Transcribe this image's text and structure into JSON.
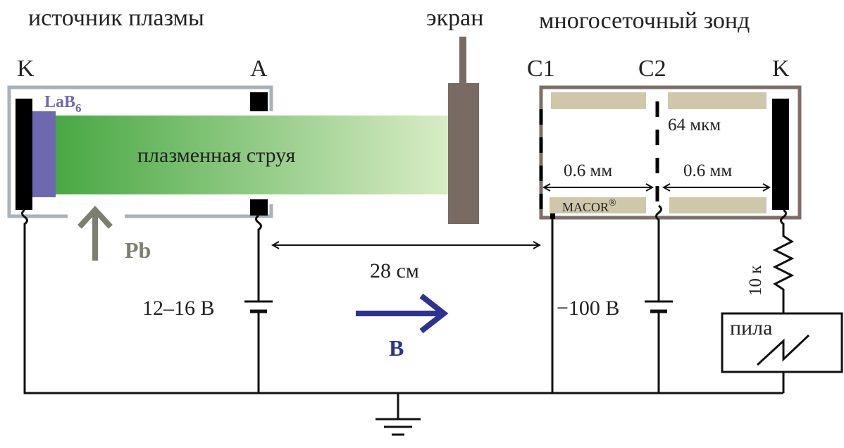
{
  "labels": {
    "plasma_source": "источник плазмы",
    "screen": "экран",
    "probe": "многосеточный зонд",
    "cathode_left": "K",
    "anode": "A",
    "grid1": "C1",
    "grid2": "C2",
    "collector": "K",
    "lab6_main": "LaB",
    "lab6_sub": "6",
    "plasma_jet": "плазменная струя",
    "pb": "Pb",
    "grid_thickness": "64 мкм",
    "gap1": "0.6 мм",
    "gap2": "0.6 мм",
    "macor": "MACOR",
    "macor_reg": "®",
    "distance": "28 см",
    "source_voltage": "12–16 В",
    "grid_voltage": "−100 В",
    "field": "B",
    "resistor": "10 к",
    "sawtooth": "пила"
  },
  "colors": {
    "lab6": "#6e68b0",
    "plasma_start": "#48a843",
    "plasma_end": "#d9edc6",
    "screen": "#7a6a64",
    "field_arrow": "#2e3192",
    "pb_arrow": "#7c7f6d",
    "macor": "#cec7a9"
  }
}
